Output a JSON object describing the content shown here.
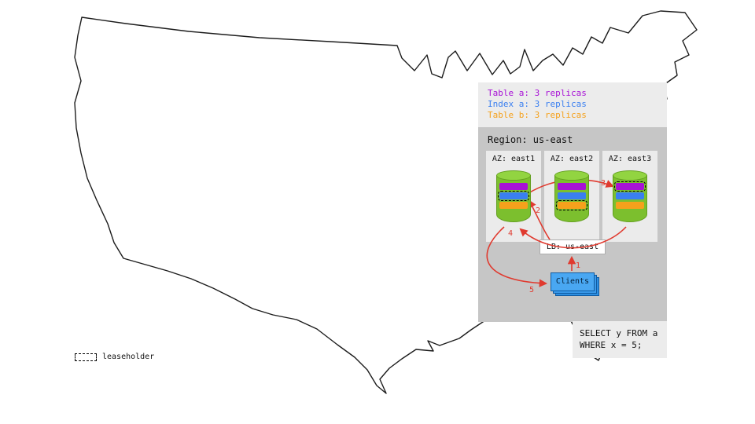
{
  "colors": {
    "table_a_purple": "#a812d6",
    "index_a_blue": "#3a7ff0",
    "table_b_orange": "#f5a11c",
    "cylinder_green": "#7cbf2e",
    "arrow_red": "#e03a2f",
    "clients_blue": "#49a7f2"
  },
  "legend": {
    "items": [
      {
        "id": "table-a",
        "label": "Table a: 3 replicas"
      },
      {
        "id": "index-a",
        "label": "Index a: 3 replicas"
      },
      {
        "id": "table-b",
        "label": "Table b: 3 replicas"
      }
    ]
  },
  "region": {
    "title": "Region: us-east"
  },
  "azs": [
    {
      "label": "AZ: east1",
      "leaseholder_stripe": "index-a"
    },
    {
      "label": "AZ: east2",
      "leaseholder_stripe": "table-b"
    },
    {
      "label": "AZ: east3",
      "leaseholder_stripe": "table-a"
    }
  ],
  "load_balancer": {
    "label": "LB: us-east"
  },
  "clients": {
    "label": "Clients"
  },
  "query_box": {
    "line1": "SELECT y FROM a",
    "line2": "WHERE x = 5;"
  },
  "leaseholder_key": {
    "label": "leaseholder"
  },
  "flow_steps": [
    "1",
    "2",
    "3",
    "4",
    "5"
  ]
}
